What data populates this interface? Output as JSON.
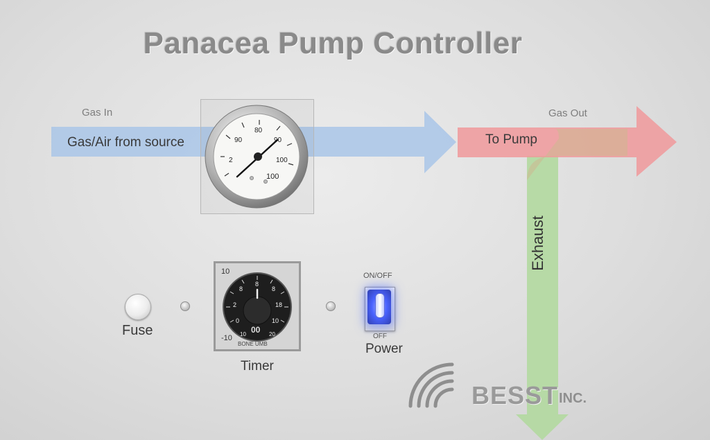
{
  "title": "Panacea Pump Controller",
  "flow": {
    "inlet_label": "Gas In",
    "inlet_text": "Gas/Air from source",
    "outlet_label": "Gas Out",
    "outlet_text": "To Pump",
    "exhaust_text": "Exhaust",
    "colors": {
      "inlet": "#a9c6e8",
      "outlet": "#f0999b",
      "exhaust": "#b3d9a0"
    }
  },
  "gauge": {
    "scale_labels": [
      "80",
      "90",
      "90",
      "2",
      "100",
      "100"
    ]
  },
  "timer": {
    "label": "Timer",
    "top_left_value": "10",
    "bottom_left_value": "-10",
    "dial_numbers": [
      "8",
      "8",
      "8",
      "2",
      "18",
      "0",
      "10",
      "10",
      "20"
    ],
    "dial_center_text": "00",
    "brand_text": "BONE UMB"
  },
  "fuse": {
    "label": "Fuse"
  },
  "power": {
    "top_text": "ON/OFF",
    "bottom_text": "OFF",
    "label": "Power",
    "glow_color": "#4a63ff"
  },
  "brand": {
    "name": "BESST",
    "suffix": "INC."
  }
}
